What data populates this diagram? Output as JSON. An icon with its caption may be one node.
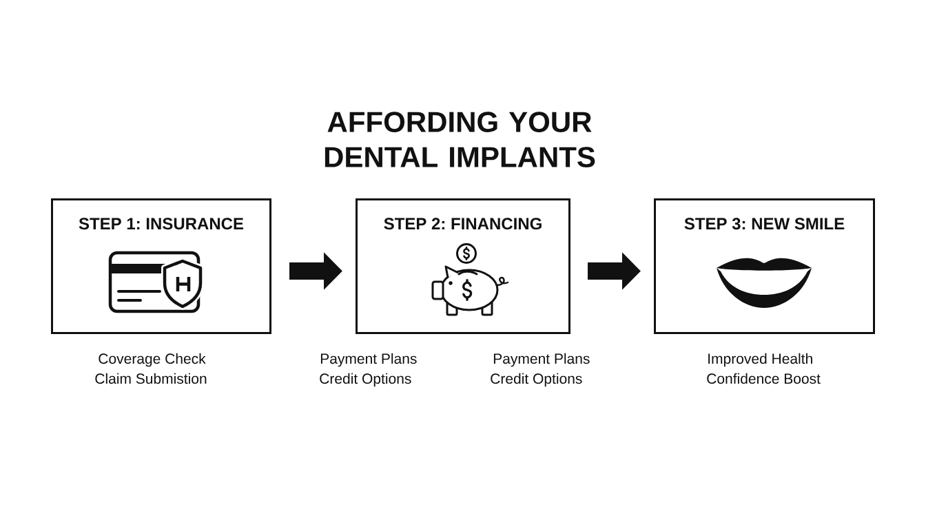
{
  "diagram": {
    "title": "AFFORDING YOUR DENTAL IMPLANTS",
    "nodes": [
      {
        "text": [
          "STEP 1: INSURANCE"
        ],
        "beside": [
          "Coverage Check",
          "Claim Submistion"
        ]
      },
      {
        "text": [
          "STEP 2: FINANCING"
        ],
        "beside": [
          "Payment Plans",
          "Credit Options",
          "Payment Plans",
          "Credit Options"
        ]
      },
      {
        "text": [
          "STEP 3: NEW SMILE"
        ],
        "beside": [
          "Improved Health",
          "Confidence Boost"
        ]
      }
    ],
    "edges": [
      {
        "from": 0,
        "to": 1,
        "arrow": "to"
      },
      {
        "from": 1,
        "to": 2,
        "arrow": "to"
      }
    ]
  }
}
